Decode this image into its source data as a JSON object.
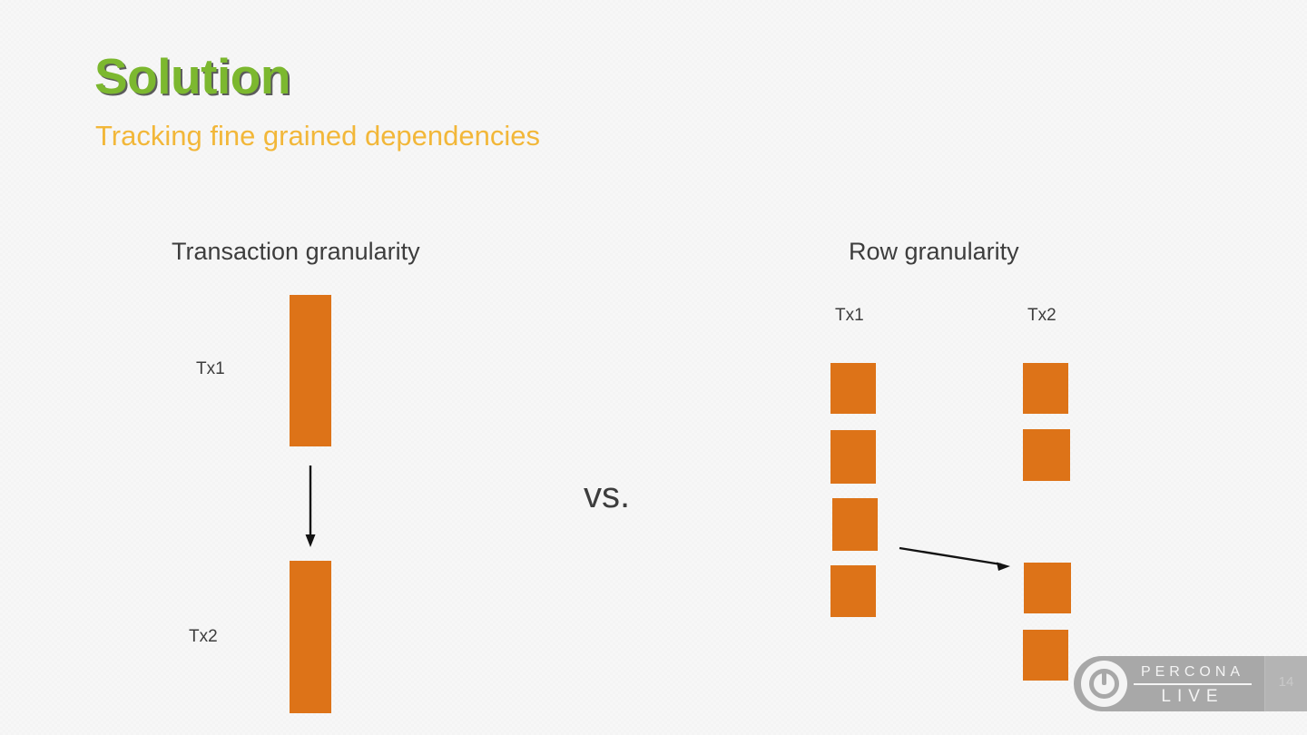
{
  "slide": {
    "title": "Solution",
    "subtitle": "Tracking fine grained dependencies",
    "comparator": "vs.",
    "page_number": "14",
    "colors": {
      "title_green": "#7cb82f",
      "subtitle_amber": "#f2b739",
      "block_orange": "#dd7318",
      "text_gray": "#3d3d3d",
      "background": "#f7f7f7",
      "logo_gray": "#a8a8a8"
    }
  },
  "left_panel": {
    "heading": "Transaction granularity",
    "labels": {
      "tx1": "Tx1",
      "tx2": "Tx2"
    },
    "bars": [
      {
        "name": "tx1",
        "label": "Tx1"
      },
      {
        "name": "tx2",
        "label": "Tx2"
      }
    ],
    "arrow": {
      "name": "dependency-arrow",
      "direction": "down",
      "from": "Tx1",
      "to": "Tx2"
    }
  },
  "right_panel": {
    "heading": "Row granularity",
    "columns": [
      {
        "label": "Tx1",
        "block_count": 4
      },
      {
        "label": "Tx2",
        "block_count": 4
      }
    ],
    "arrow": {
      "name": "row-dependency-arrow",
      "direction": "right-down",
      "from": "Tx1 row 3",
      "to": "Tx2 row 3"
    }
  },
  "footer": {
    "brand_line1": "PERCONA",
    "brand_line2": "LIVE",
    "logo_icon": "power-button-icon",
    "page_number": "14"
  }
}
